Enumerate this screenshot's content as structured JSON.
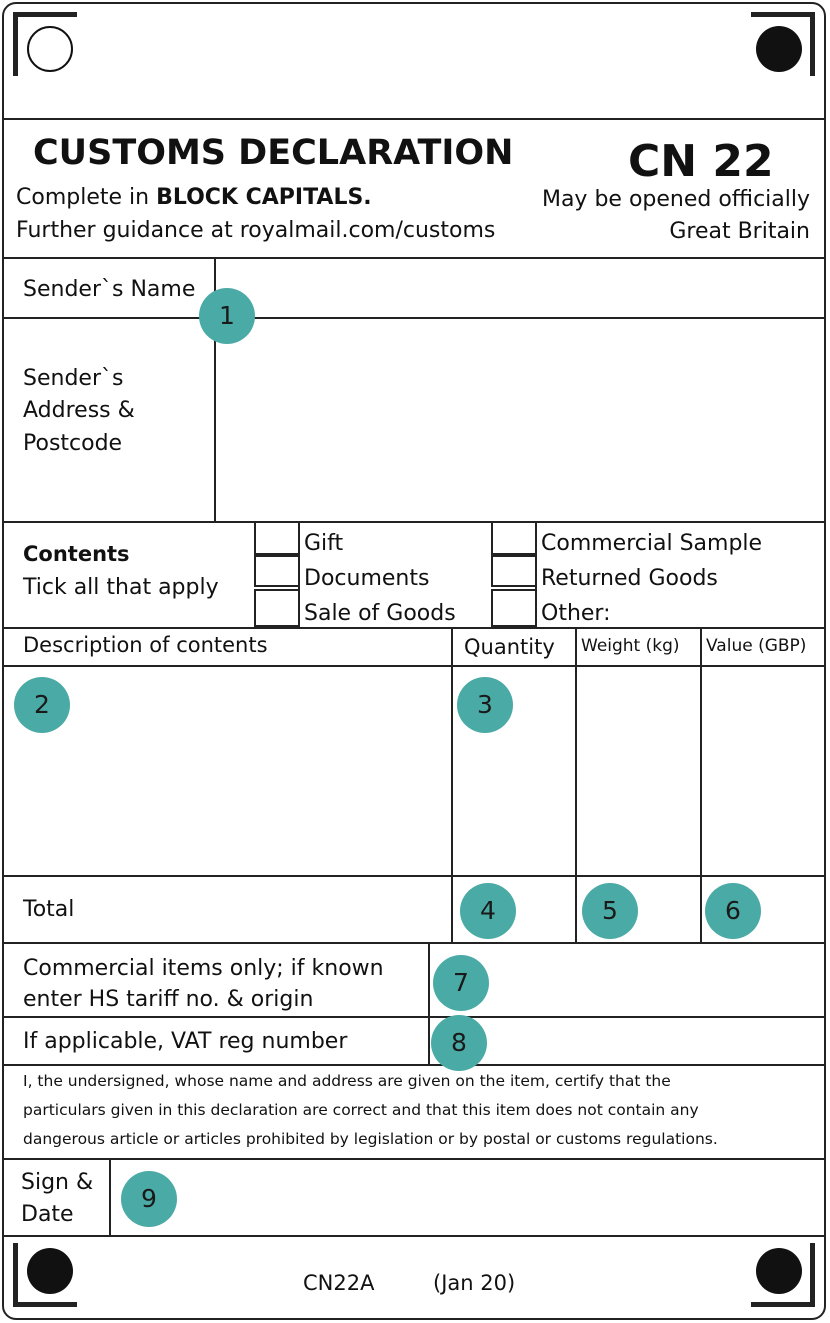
{
  "header": {
    "title": "CUSTOMS DECLARATION",
    "form_code": "CN 22",
    "instruction_prefix": "Complete in ",
    "instruction_bold": "BLOCK CAPITALS.",
    "guidance": "Further guidance at royalmail.com/customs",
    "opened_note": "May be opened officially",
    "country": "Great Britain"
  },
  "sender": {
    "name_label": "Sender`s Name",
    "address_label_line1": "Sender`s",
    "address_label_line2": "Address &",
    "address_label_line3": "Postcode"
  },
  "contents": {
    "title": "Contents",
    "subtitle": "Tick all that apply",
    "options": [
      "Gift",
      "Documents",
      "Sale of Goods",
      "Commercial Sample",
      "Returned Goods",
      "Other:"
    ]
  },
  "table": {
    "headers": [
      "Description of contents",
      "Quantity",
      "Weight (kg)",
      "Value (GBP)"
    ],
    "total_label": "Total"
  },
  "commercial": {
    "label_line1": "Commercial items only; if known",
    "label_line2": "enter HS tariff no. & origin"
  },
  "vat": {
    "label": "If applicable, VAT reg number"
  },
  "declaration": {
    "line1": "I, the undersigned, whose name and address are given on the item, certify that the",
    "line2": "particulars given in this declaration are correct and that this item  does not contain any",
    "line3": "dangerous article or articles prohibited by legislation or by postal or customs regulations."
  },
  "signature": {
    "label_line1": "Sign &",
    "label_line2": "Date"
  },
  "footer": {
    "code": "CN22A",
    "date": "(Jan 20)"
  },
  "markers": [
    "1",
    "2",
    "3",
    "4",
    "5",
    "6",
    "7",
    "8",
    "9"
  ],
  "colors": {
    "marker": "#4aaaa5",
    "line": "#222222"
  }
}
